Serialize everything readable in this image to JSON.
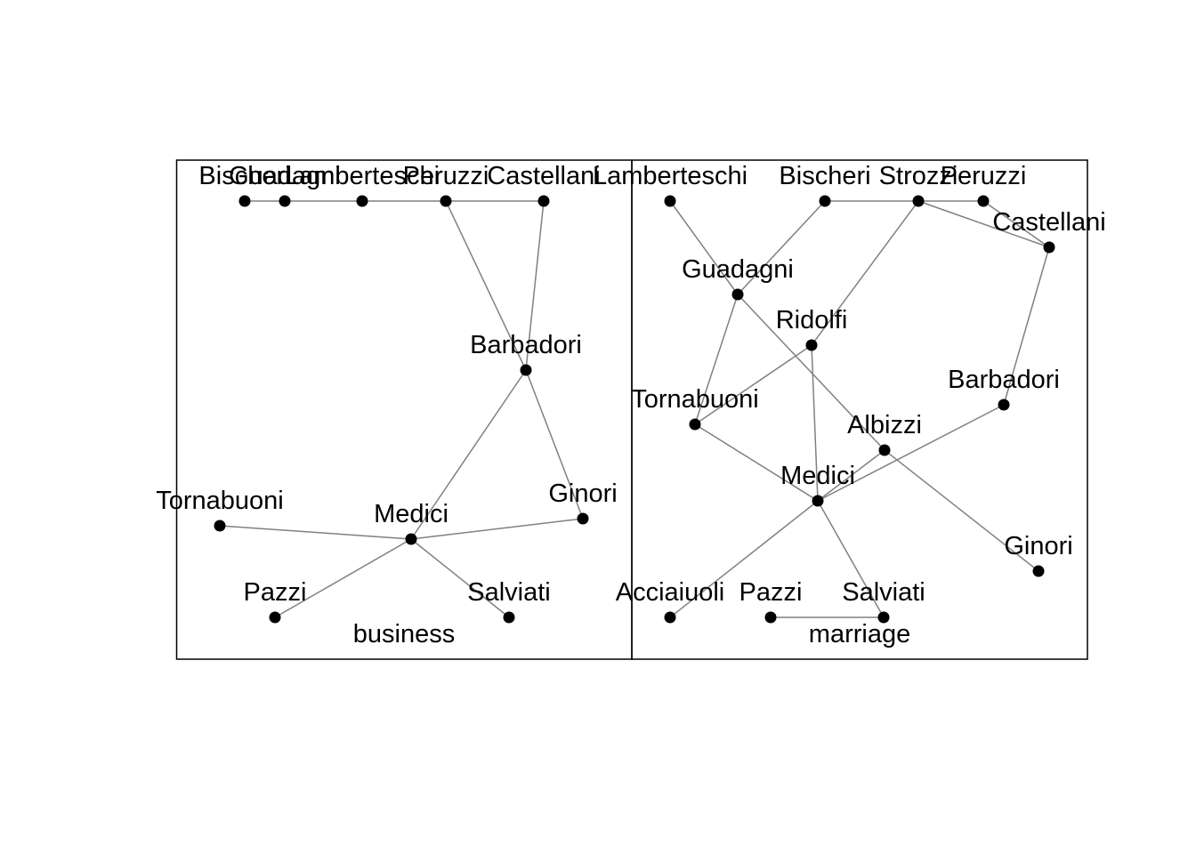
{
  "colors": {
    "edge": "#808080",
    "node": "#000000",
    "frame": "#000000",
    "background": "#ffffff"
  },
  "panels": [
    {
      "title": "business",
      "nodes": [
        {
          "id": "Bischeri",
          "label": "Bischeri"
        },
        {
          "id": "Guadagni",
          "label": "Guadagni"
        },
        {
          "id": "Lamberteschi",
          "label": "Lamberteschi"
        },
        {
          "id": "Peruzzi",
          "label": "Peruzzi"
        },
        {
          "id": "Castellani",
          "label": "Castellani"
        },
        {
          "id": "Barbadori",
          "label": "Barbadori"
        },
        {
          "id": "Ginori",
          "label": "Ginori"
        },
        {
          "id": "Tornabuoni",
          "label": "Tornabuoni"
        },
        {
          "id": "Medici",
          "label": "Medici"
        },
        {
          "id": "Pazzi",
          "label": "Pazzi"
        },
        {
          "id": "Salviati",
          "label": "Salviati"
        }
      ],
      "edges": [
        [
          "Bischeri",
          "Guadagni"
        ],
        [
          "Guadagni",
          "Lamberteschi"
        ],
        [
          "Lamberteschi",
          "Peruzzi"
        ],
        [
          "Peruzzi",
          "Castellani"
        ],
        [
          "Peruzzi",
          "Barbadori"
        ],
        [
          "Castellani",
          "Barbadori"
        ],
        [
          "Barbadori",
          "Medici"
        ],
        [
          "Barbadori",
          "Ginori"
        ],
        [
          "Medici",
          "Ginori"
        ],
        [
          "Medici",
          "Tornabuoni"
        ],
        [
          "Medici",
          "Pazzi"
        ],
        [
          "Medici",
          "Salviati"
        ]
      ]
    },
    {
      "title": "marriage",
      "nodes": [
        {
          "id": "Lamberteschi",
          "label": "Lamberteschi"
        },
        {
          "id": "Bischeri",
          "label": "Bischeri"
        },
        {
          "id": "Strozzi",
          "label": "Strozzi"
        },
        {
          "id": "Peruzzi",
          "label": "Peruzzi"
        },
        {
          "id": "Castellani",
          "label": "Castellani"
        },
        {
          "id": "Guadagni",
          "label": "Guadagni"
        },
        {
          "id": "Ridolfi",
          "label": "Ridolfi"
        },
        {
          "id": "Tornabuoni",
          "label": "Tornabuoni"
        },
        {
          "id": "Barbadori",
          "label": "Barbadori"
        },
        {
          "id": "Albizzi",
          "label": "Albizzi"
        },
        {
          "id": "Medici",
          "label": "Medici"
        },
        {
          "id": "Ginori",
          "label": "Ginori"
        },
        {
          "id": "Acciaiuoli",
          "label": "Acciaiuoli"
        },
        {
          "id": "Pazzi",
          "label": "Pazzi"
        },
        {
          "id": "Salviati",
          "label": "Salviati"
        }
      ],
      "edges": [
        [
          "Lamberteschi",
          "Guadagni"
        ],
        [
          "Bischeri",
          "Strozzi"
        ],
        [
          "Strozzi",
          "Peruzzi"
        ],
        [
          "Strozzi",
          "Castellani"
        ],
        [
          "Peruzzi",
          "Castellani"
        ],
        [
          "Bischeri",
          "Guadagni"
        ],
        [
          "Strozzi",
          "Ridolfi"
        ],
        [
          "Castellani",
          "Barbadori"
        ],
        [
          "Guadagni",
          "Tornabuoni"
        ],
        [
          "Guadagni",
          "Albizzi"
        ],
        [
          "Ridolfi",
          "Tornabuoni"
        ],
        [
          "Ridolfi",
          "Medici"
        ],
        [
          "Tornabuoni",
          "Medici"
        ],
        [
          "Barbadori",
          "Medici"
        ],
        [
          "Albizzi",
          "Medici"
        ],
        [
          "Albizzi",
          "Ginori"
        ],
        [
          "Medici",
          "Acciaiuoli"
        ],
        [
          "Medici",
          "Salviati"
        ],
        [
          "Pazzi",
          "Salviati"
        ]
      ]
    }
  ]
}
